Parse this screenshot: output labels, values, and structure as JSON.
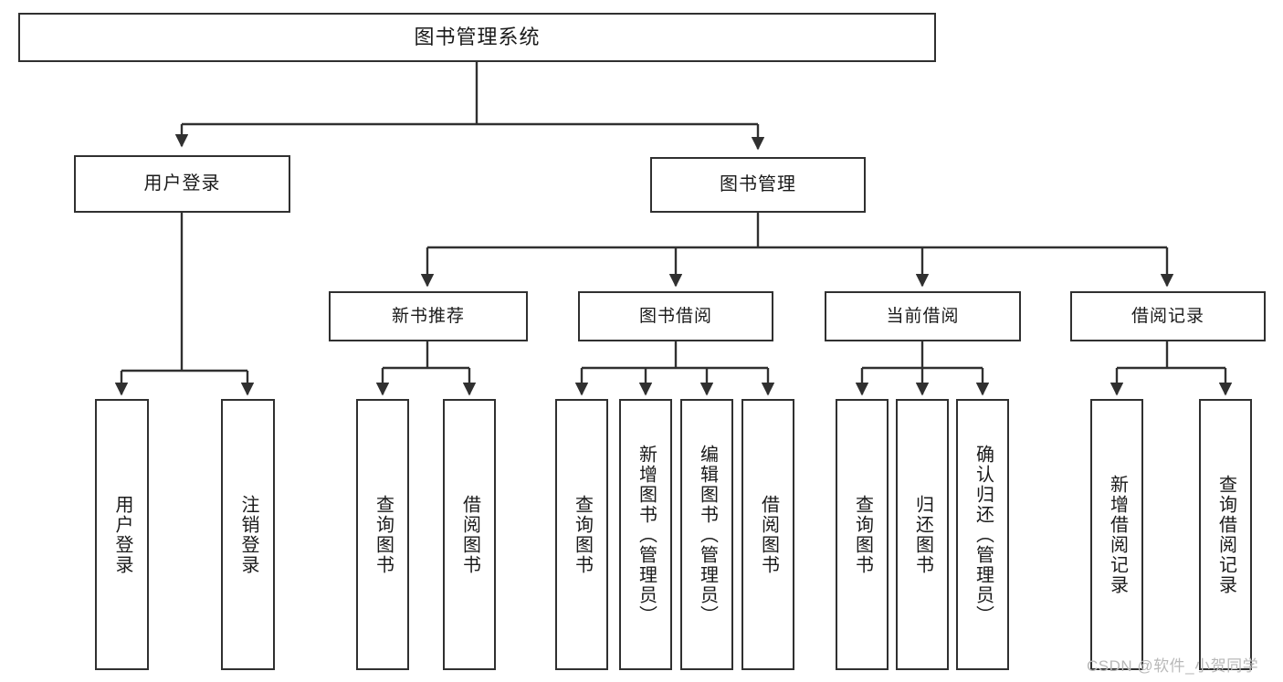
{
  "diagram": {
    "title": "图书管理系统",
    "watermark": "CSDN @软件_小贺同学",
    "stroke_color": "#303030",
    "fill_color": "#ffffff",
    "text_color": "#1a1a1a",
    "nodes": {
      "root": "图书管理系统",
      "user_login": "用户登录",
      "book_manage": "图书管理",
      "user_login_children": {
        "login": "用户登录",
        "logout": "注销登录"
      },
      "new_book_rec": "新书推荐",
      "book_borrow": "图书借阅",
      "current_borrow": "当前借阅",
      "borrow_record": "借阅记录",
      "new_book_rec_children": {
        "query_book": "查询图书",
        "borrow_book": "借阅图书"
      },
      "book_borrow_children": {
        "query_book": "查询图书",
        "add_book": "新增图书（管理员）",
        "edit_book": "编辑图书（管理员）",
        "borrow_book": "借阅图书"
      },
      "current_borrow_children": {
        "query_book": "查询图书",
        "return_book": "归还图书",
        "confirm_return": "确认归还（管理员）"
      },
      "borrow_record_children": {
        "add_record": "新增借阅记录",
        "query_record": "查询借阅记录"
      }
    }
  }
}
